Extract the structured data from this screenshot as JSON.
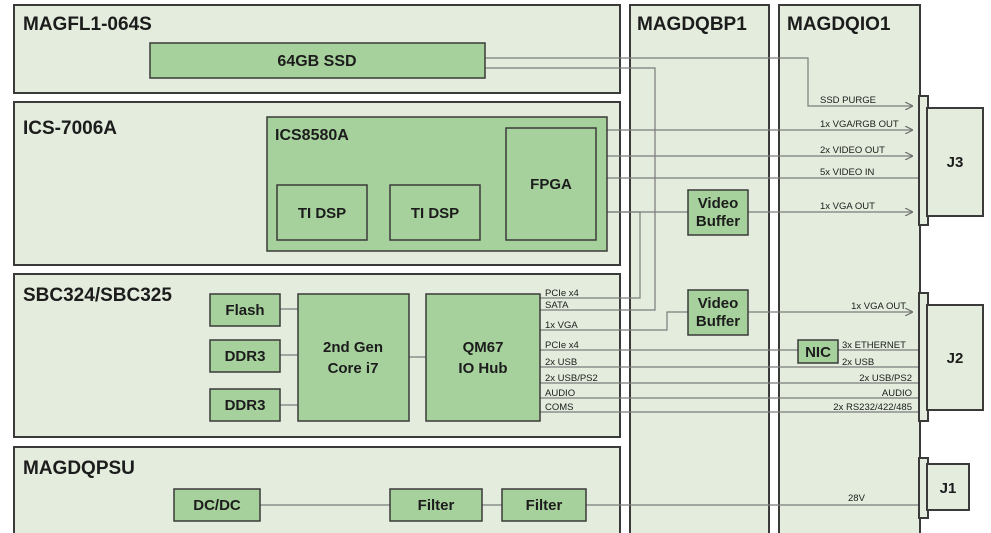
{
  "modules": {
    "magfl": "MAGFL1-064S",
    "ics": "ICS-7006A",
    "sbc": "SBC324/SBC325",
    "psu": "MAGDQPSU",
    "bp": "MAGDQBP1",
    "io": "MAGDQIO1"
  },
  "blocks": {
    "ssd": "64GB SSD",
    "ics8580": "ICS8580A",
    "tidsp1": "TI DSP",
    "tidsp2": "TI DSP",
    "fpga": "FPGA",
    "video_buffer_1": [
      "Video",
      "Buffer"
    ],
    "video_buffer_2": [
      "Video",
      "Buffer"
    ],
    "flash": "Flash",
    "ddr3_1": "DDR3",
    "ddr3_2": "DDR3",
    "cpu": [
      "2nd Gen",
      "Core i7"
    ],
    "hub": [
      "QM67",
      "IO Hub"
    ],
    "dcdc": "DC/DC",
    "filter1": "Filter",
    "filter2": "Filter",
    "nic": "NIC"
  },
  "connectors": {
    "j3": "J3",
    "j2": "J2",
    "j1": "J1"
  },
  "signals": {
    "sbc_side": [
      "PCIe x4",
      "SATA",
      "1x VGA",
      "PCIe x4",
      "2x USB",
      "2x USB/PS2",
      "AUDIO",
      "COMS"
    ],
    "io_side": {
      "ssd_purge": "SSD PURGE",
      "vga_rgb_out": "1x VGA/RGB OUT",
      "video_out": "2x VIDEO OUT",
      "video_in": "5x VIDEO IN",
      "vga_out_ics": "1x VGA OUT",
      "vga_out_sbc": "1x VGA OUT",
      "ethernet": "3x ETHERNET",
      "usb": "2x USB",
      "usb_ps2": "2x USB/PS2",
      "audio": "AUDIO",
      "rs232": "2x RS232/422/485",
      "power": "28V"
    }
  }
}
